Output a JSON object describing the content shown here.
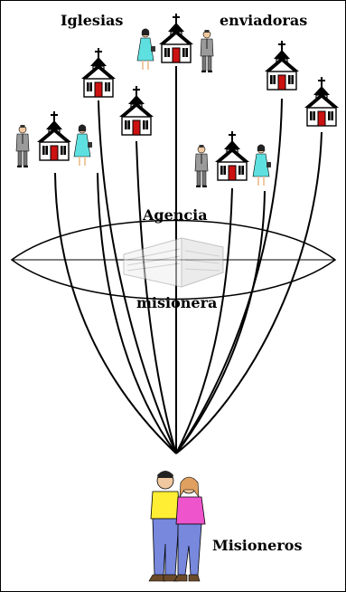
{
  "labels": {
    "churches_left": "Iglesias",
    "churches_right": "enviadoras",
    "agency_top": "Agencia",
    "agency_bottom": "misionera",
    "missionaries": "Misioneros"
  },
  "colors": {
    "church_roof": "#000000",
    "church_wall": "#ffffff",
    "church_door": "#cc1111",
    "person_teal": "#5fe0e0",
    "person_gray": "#9a9a9a",
    "missionary_shirt_yellow": "#ffee33",
    "missionary_shirt_pink": "#ee55cc",
    "missionary_pants": "#7788dd"
  },
  "icons": [
    "church-icon",
    "person-icon",
    "building-icon",
    "missionaries-icon"
  ]
}
